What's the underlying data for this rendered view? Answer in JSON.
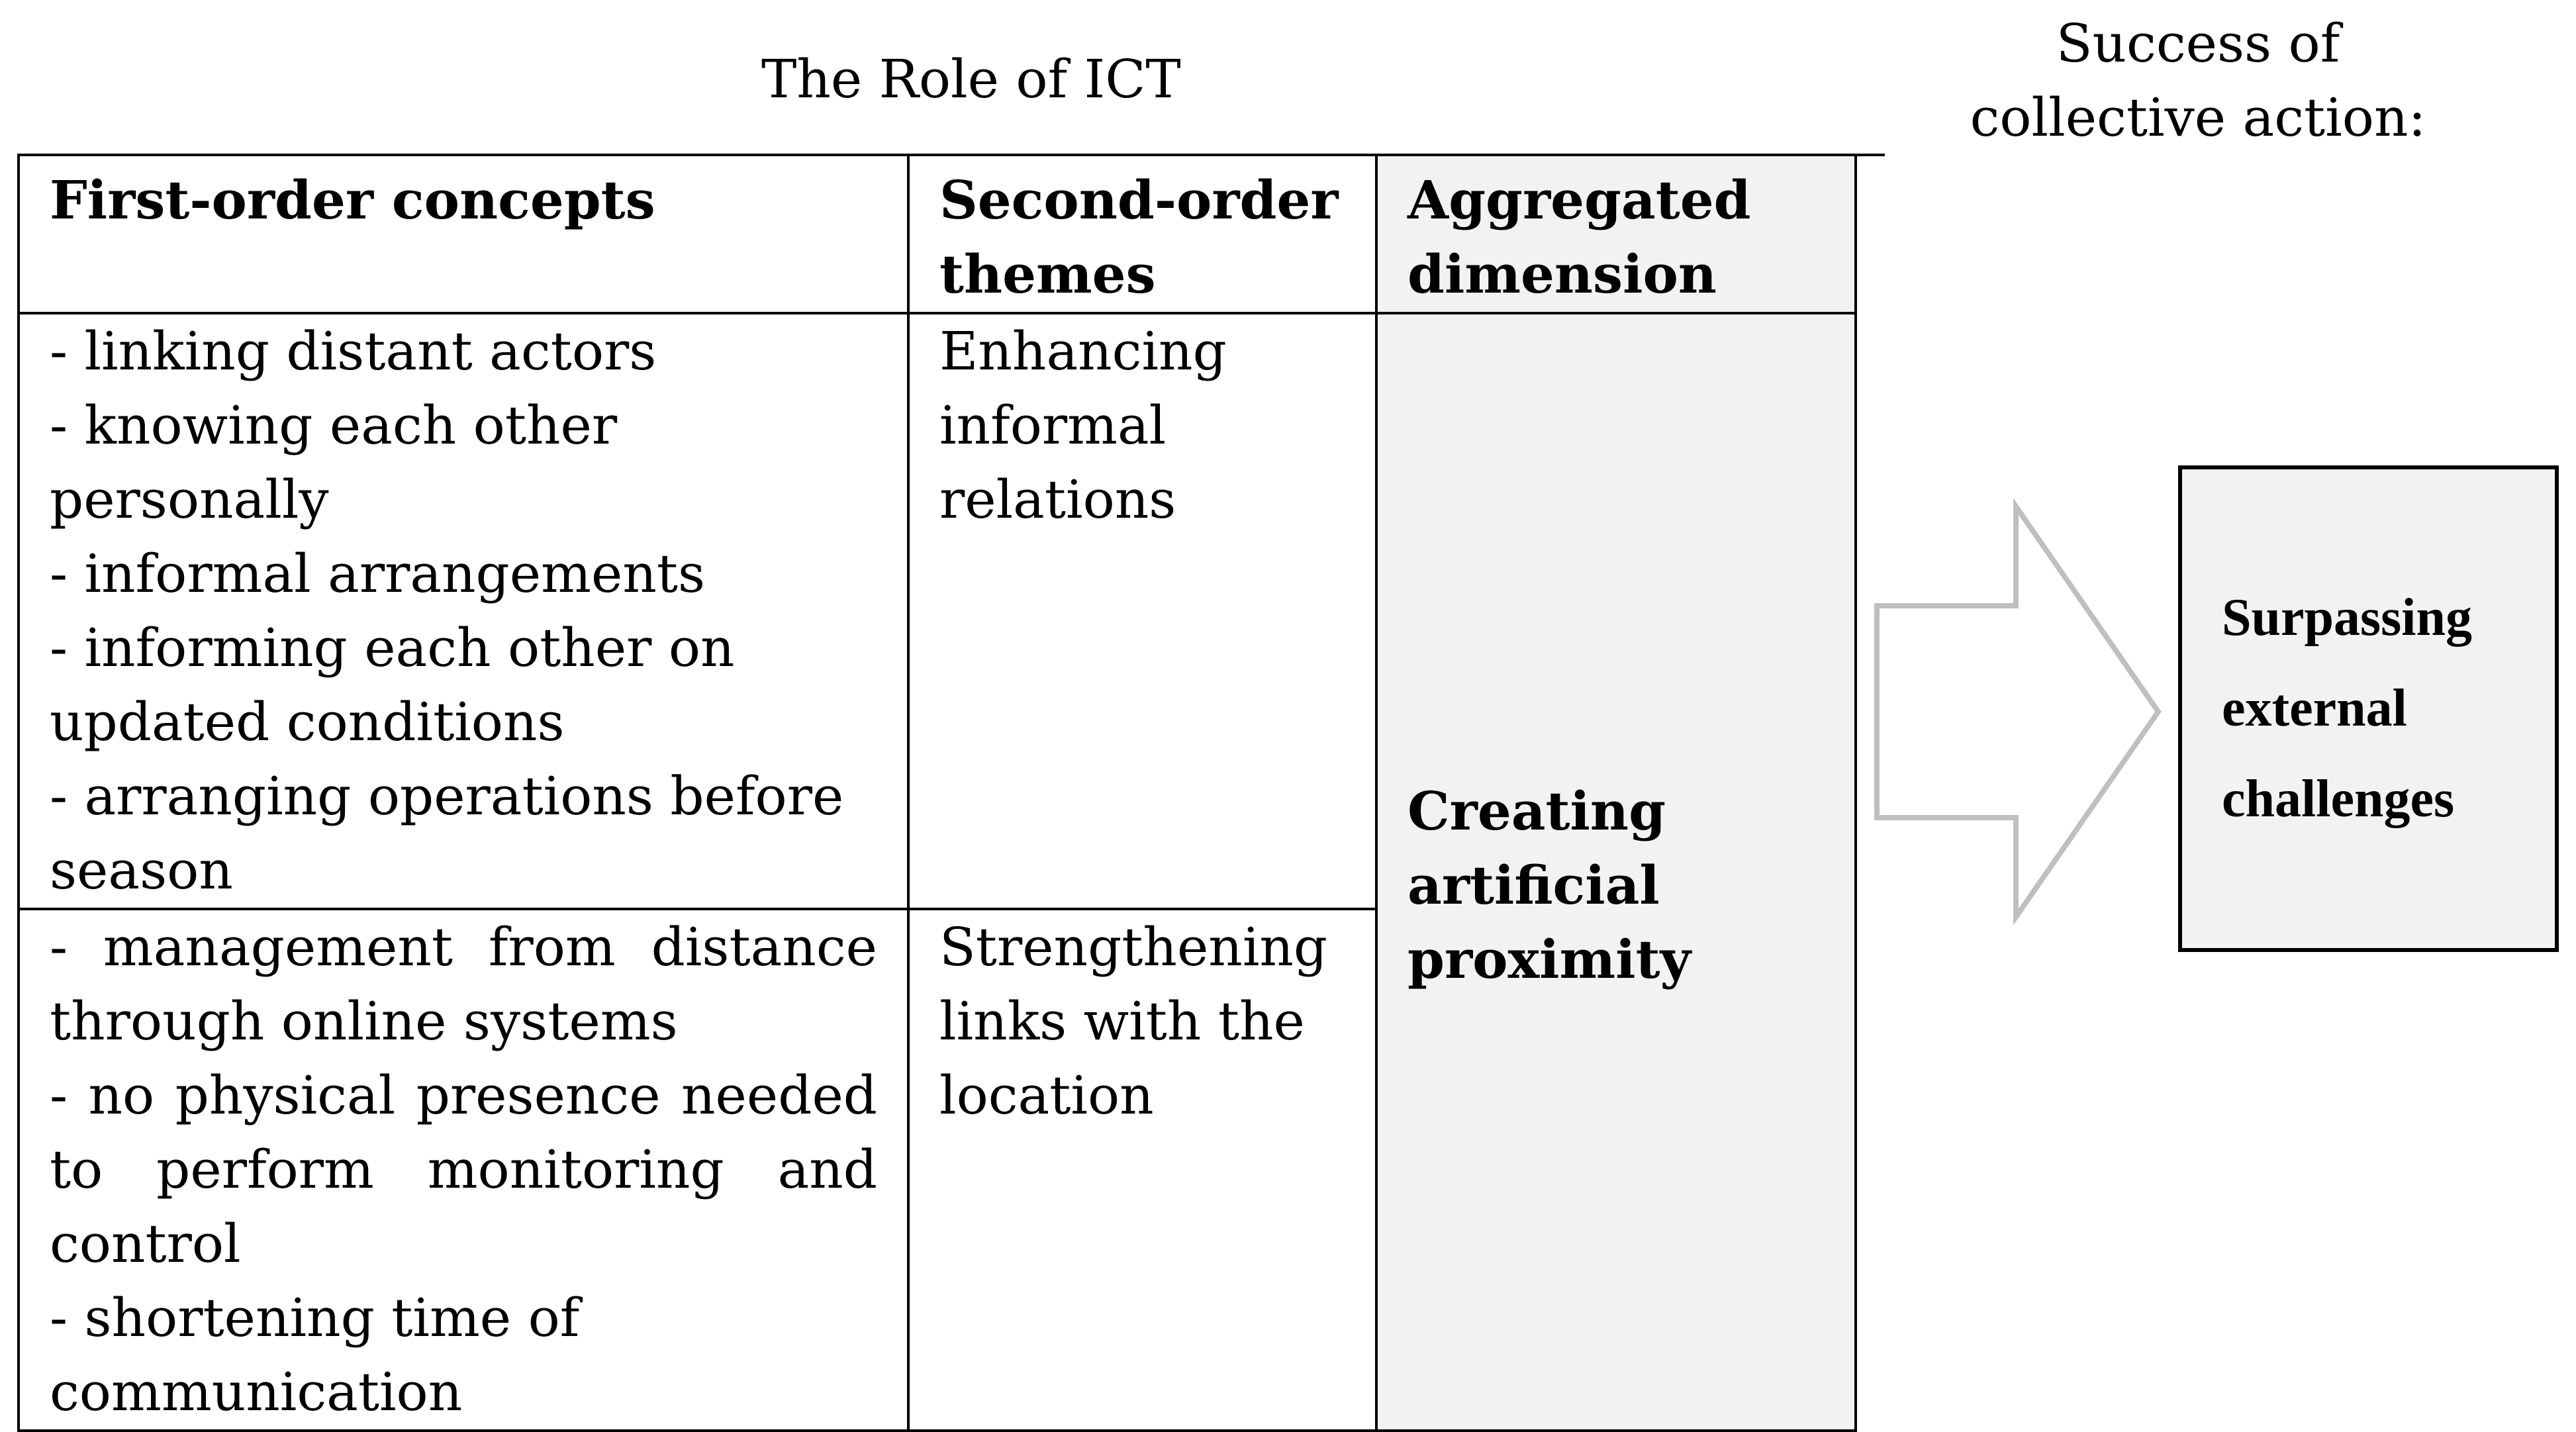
{
  "header": {
    "role_title": "The Role of ICT",
    "success_title": "Success of collective action:"
  },
  "table": {
    "columns": [
      "First-order concepts",
      "Second-order themes",
      "Aggregated dimension"
    ],
    "rows": [
      {
        "concepts": [
          "- linking distant actors",
          "- knowing each other personally",
          "- informal arrangements",
          "- informing each other on updated conditions",
          "- arranging operations before season"
        ],
        "theme": "Enhancing informal relations"
      },
      {
        "concepts": [
          "- management from distance through online systems",
          "- no physical presence needed to perform monitoring and control",
          "- shortening time of communication"
        ],
        "theme": "Strengthening links with the location"
      }
    ],
    "aggregated": "Creating artificial proximity"
  },
  "outcome": {
    "label": "Surpassing external challenges"
  },
  "colors": {
    "shade": "#f2f2f2",
    "arrow_stroke": "#bfbfbf",
    "border": "#000000"
  }
}
